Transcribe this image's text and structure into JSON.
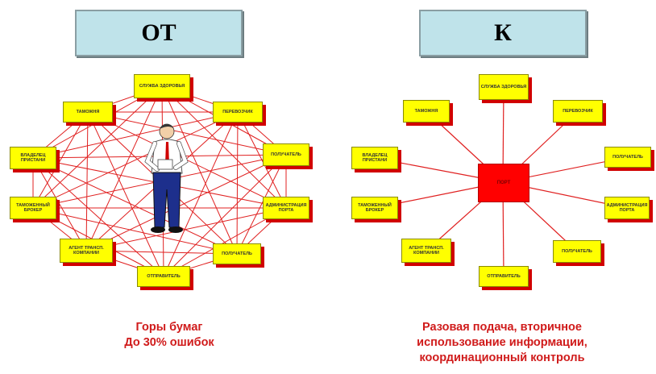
{
  "headers": {
    "left": "ОТ",
    "right": "К"
  },
  "nodes": {
    "health": "СЛУЖБА ЗДОРОВЬЯ",
    "carrier": "ПЕРЕВОЗЧИК",
    "recipient": "ПОЛУЧАТЕЛЬ",
    "port_admin": "АДМИНИСТРАЦИЯ ПОРТА",
    "receiver": "ПОЛУЧАТЕЛЬ",
    "sender": "ОТПРАВИТЕЛЬ",
    "transport_agent": "АГЕНТ ТРАНСП. КОМПАНИИ",
    "customs_broker": "ТАМОЖЕННЫЙ БРОКЕР",
    "berth_owner": "ВЛАДЕЛЕЦ ПРИСТАНИ",
    "customs": "ТАМОЖНЯ"
  },
  "hub_label": "ПОРТ",
  "captions": {
    "left": "Горы бумаг\nДо 30% ошибок",
    "right": "Разовая подача, вторичное\nиспользование информации,\nкоординационный контроль"
  },
  "colors": {
    "node_fill": "#ffff00",
    "node_shadow": "#d10000",
    "line": "#e02020",
    "hub": "#ff0000",
    "header_fill": "#bfe3ea",
    "caption": "#d01b1b"
  }
}
